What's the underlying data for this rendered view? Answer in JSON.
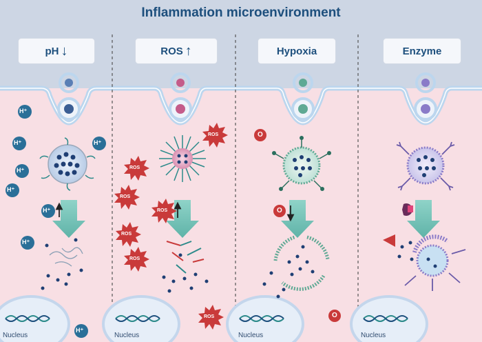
{
  "title": "Inflammation microenvironment",
  "panels": [
    {
      "label": "pH",
      "arrow": "↓"
    },
    {
      "label": "ROS",
      "arrow": "↑"
    },
    {
      "label": "Hypoxia",
      "arrow": ""
    },
    {
      "label": "Enzyme",
      "arrow": ""
    }
  ],
  "nucleus_label": "Nucleus",
  "badges": {
    "proton": "H⁺",
    "ros": "ROS",
    "oxygen": "O",
    "proton_change": "H⁺",
    "oxygen_change": "O"
  },
  "colors": {
    "header_bg": "#cdd6e4",
    "cell_bg": "#f8dfe4",
    "title": "#1d4f7d",
    "ros_star": "#c93a3a",
    "proton_badge": "#2a6f98",
    "oxygen_badge": "#c93a3a",
    "arrow_teal": "#6fc1b5",
    "membrane": "#bcd6ee"
  }
}
